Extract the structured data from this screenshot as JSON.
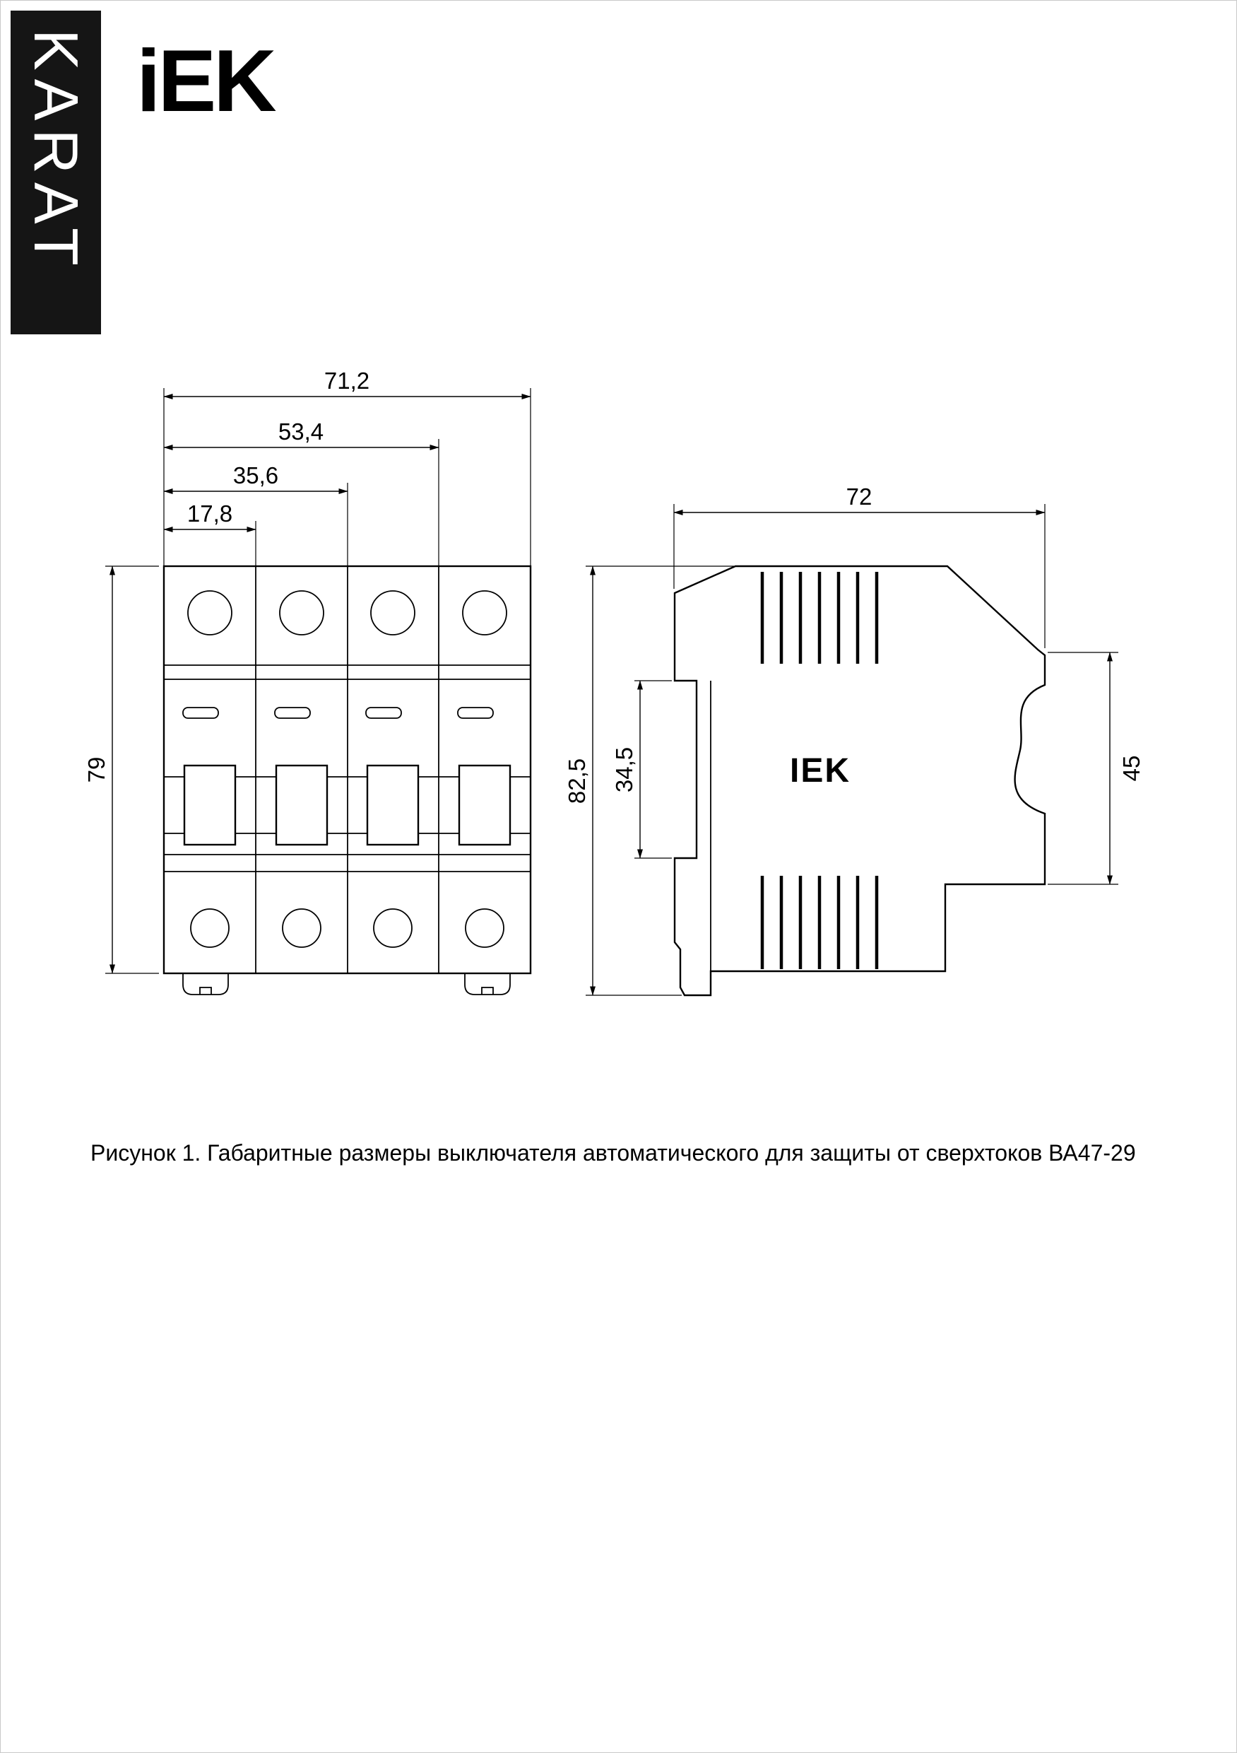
{
  "page": {
    "brand_vertical": "KARAT",
    "logo": "iEK",
    "caption": "Рисунок 1. Габаритные размеры выключателя автоматического для защиты от сверхтоков ВА47-29"
  },
  "front_view": {
    "width_total_mm": "71,2",
    "width_three_modules_mm": "53,4",
    "width_two_modules_mm": "35,6",
    "width_one_module_mm": "17,8",
    "height_mm": "79"
  },
  "side_view": {
    "depth_mm": "72",
    "height_total_mm": "82,5",
    "din_clip_mm": "34,5",
    "front_height_mm": "45",
    "body_logo": "IEK"
  }
}
